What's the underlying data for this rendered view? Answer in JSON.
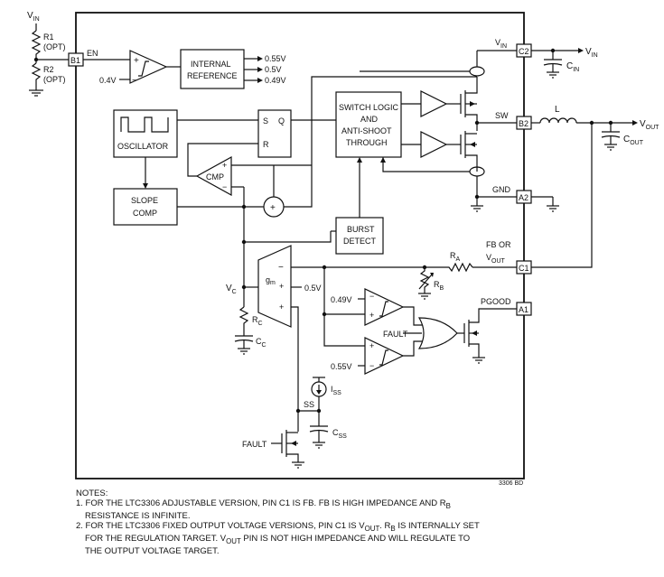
{
  "pins": {
    "en_pin": "B1",
    "en_label": "EN",
    "vin_pin": "C2",
    "vin_label": "V",
    "vin_label_sub": "IN",
    "sw_pin": "B2",
    "sw_label": "SW",
    "gnd_pin": "A2",
    "gnd_label": "GND",
    "fb_pin": "C1",
    "fb_label_line1": "FB OR",
    "fb_label_line2": "V",
    "fb_label_line2_sub": "OUT",
    "pgood_pin": "A1",
    "pgood_label": "PGOOD"
  },
  "external": {
    "vin_top": "V",
    "vin_top_sub": "IN",
    "r1_label": "R1",
    "r1_opt": "(OPT)",
    "r2_label": "R2",
    "r2_opt": "(OPT)",
    "vin_right": "V",
    "vin_right_sub": "IN",
    "cin": "C",
    "cin_sub": "IN",
    "inductor": "L",
    "vout": "V",
    "vout_sub": "OUT",
    "cout": "C",
    "cout_sub": "OUT"
  },
  "blocks": {
    "internal_reference_line1": "INTERNAL",
    "internal_reference_line2": "REFERENCE",
    "oscillator": "OSCILLATOR",
    "slope_comp_line1": "SLOPE",
    "slope_comp_line2": "COMP",
    "switch_logic_line1": "SWITCH LOGIC",
    "switch_logic_line2": "AND",
    "switch_logic_line3": "ANTI-SHOOT",
    "switch_logic_line4": "THROUGH",
    "burst_detect_line1": "BURST",
    "burst_detect_line2": "DETECT",
    "cmp": "CMP",
    "gm": "g",
    "gm_sub": "m",
    "latch_s": "S",
    "latch_q": "Q",
    "latch_r": "R",
    "fault": "FAULT",
    "fault_ext": "FAULT"
  },
  "voltages": {
    "en_threshold": "0.4V",
    "ref_055": "0.55V",
    "ref_05": "0.5V",
    "ref_049": "0.49V",
    "gm_ref": "0.5V",
    "comp_low": "0.49V",
    "comp_high": "0.55V"
  },
  "components": {
    "vc": "V",
    "vc_sub": "C",
    "rc": "R",
    "rc_sub": "C",
    "cc": "C",
    "cc_sub": "C",
    "ra": "R",
    "ra_sub": "A",
    "rb": "R",
    "rb_sub": "B",
    "iss": "I",
    "iss_sub": "SS",
    "ss": "SS",
    "css": "C",
    "css_sub": "SS"
  },
  "code": "3306 BD",
  "notes": {
    "heading": "NOTES:",
    "note1_a": "1. FOR THE LTC3306 ADJUSTABLE VERSION, PIN C1 IS FB. FB IS HIGH IMPEDANCE AND R",
    "note1_sub": "B",
    "note1_b": "RESISTANCE IS INFINITE.",
    "note2_a": "2. FOR THE LTC3306 FIXED OUTPUT VOLTAGE VERSIONS, PIN C1 IS V",
    "note2_sub1": "OUT",
    "note2_b": ". R",
    "note2_sub2": "B",
    "note2_c": " IS INTERNALLY SET",
    "note2_line2_a": "FOR THE REGULATION TARGET. V",
    "note2_line2_sub": "OUT",
    "note2_line2_b": " PIN IS NOT HIGH IMPEDANCE AND WILL REGULATE TO",
    "note2_line3": "THE OUTPUT VOLTAGE TARGET."
  }
}
